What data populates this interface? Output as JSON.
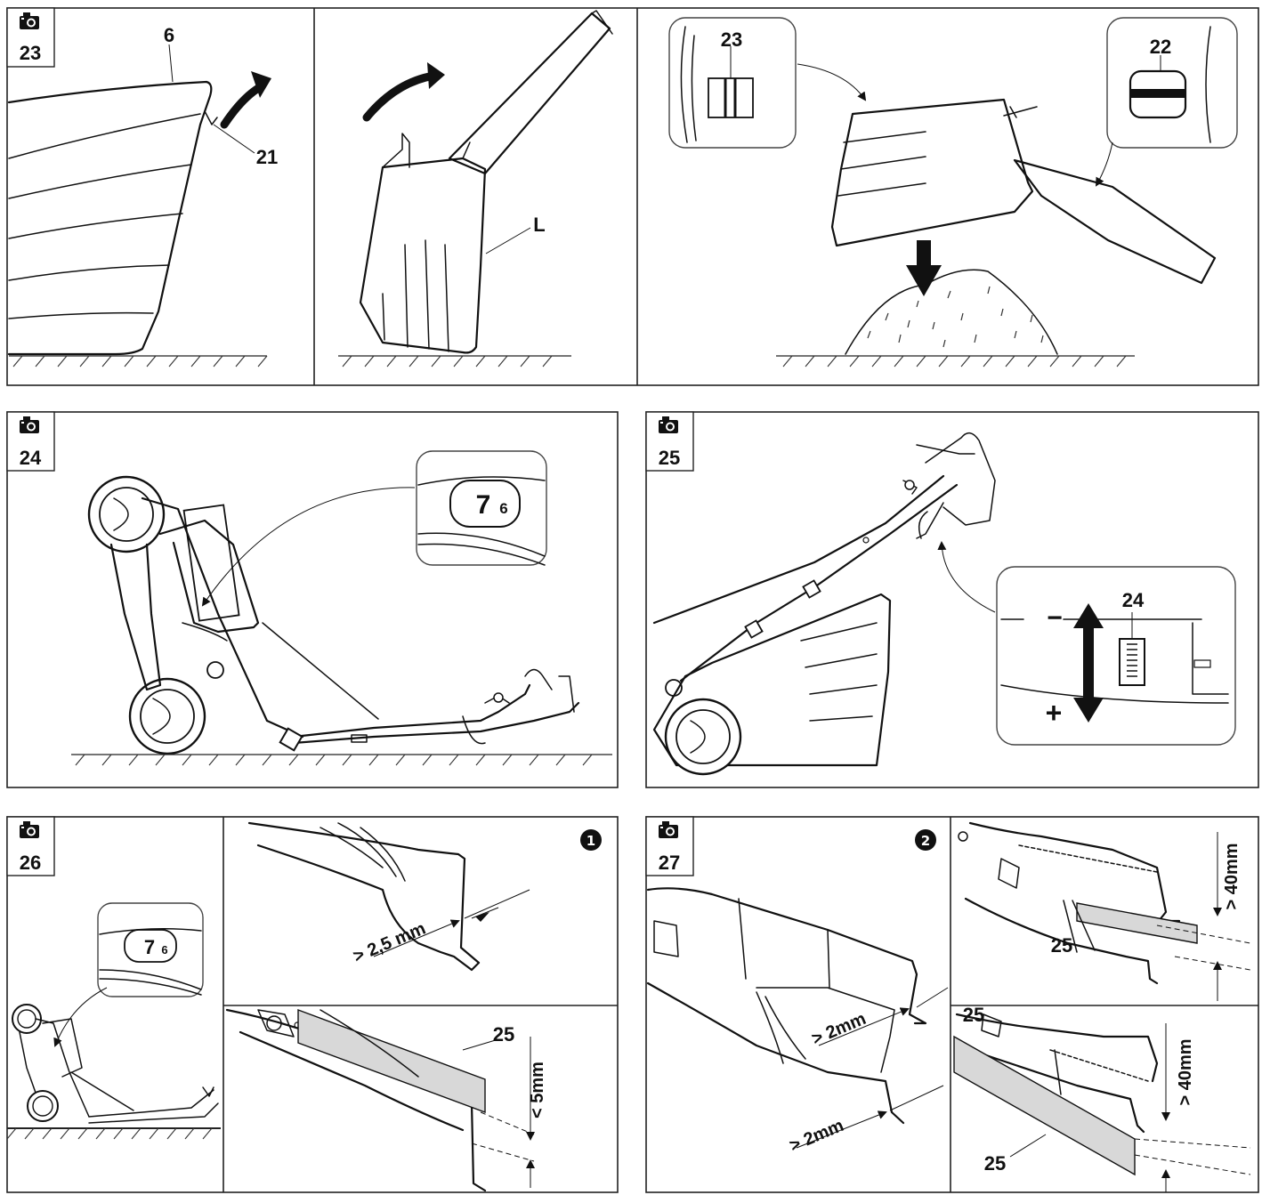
{
  "figures": [
    {
      "id": "fig23",
      "number": "23",
      "labels": {
        "lid": "6",
        "catch": "21",
        "bag_edge": "L",
        "latch_a": "23",
        "latch_b": "22"
      }
    },
    {
      "id": "fig24",
      "number": "24",
      "labels": {
        "counter_big": "7",
        "counter_small": "6"
      }
    },
    {
      "id": "fig25",
      "number": "25",
      "labels": {
        "lever": "24",
        "minus": "−",
        "plus": "+"
      }
    },
    {
      "id": "fig26",
      "number": "26",
      "labels": {
        "step": "❶",
        "wear_limit": "> 2,5 mm",
        "ruler": "25",
        "deflection": "< 5mm",
        "counter_big": "7",
        "counter_small": "6"
      }
    },
    {
      "id": "fig27",
      "number": "27",
      "labels": {
        "step": "❷",
        "wear_a": "> 2mm",
        "wear_b": "> 2mm",
        "ruler_a": "25",
        "gap_a": "> 40mm",
        "ruler_b": "25",
        "gap_b": "> 40mm"
      }
    }
  ],
  "colors": {
    "line": "#111111",
    "insert": "#d8d8d8",
    "frame": "#222222"
  },
  "icons": [
    "camera-icon"
  ]
}
